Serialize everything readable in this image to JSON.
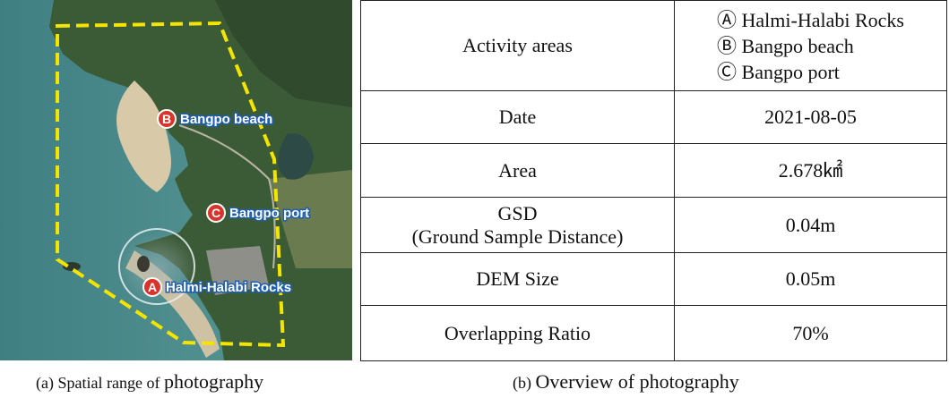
{
  "photo": {
    "labels": {
      "b": {
        "letter": "B",
        "name": "Bangpo beach"
      },
      "c": {
        "letter": "C",
        "name": "Bangpo port"
      },
      "a": {
        "letter": "A",
        "name": "Halmi-Halabi Rocks"
      }
    },
    "colors": {
      "boundary": "#f5e400",
      "marker": "#d9332b",
      "label_outline": "#1f5fb0"
    }
  },
  "table": {
    "rows": [
      {
        "label": "Activity areas",
        "items": [
          "Ⓐ Halmi-Halabi Rocks",
          "Ⓑ Bangpo beach",
          "Ⓒ Bangpo port"
        ]
      },
      {
        "label": "Date",
        "value": "2021-08-05"
      },
      {
        "label": "Area",
        "value": "2.678㎢"
      },
      {
        "label_line1": "GSD",
        "label_line2": "(Ground Sample Distance)",
        "value": "0.04m"
      },
      {
        "label": "DEM Size",
        "value": "0.05m"
      },
      {
        "label": "Overlapping Ratio",
        "value": "70%"
      }
    ]
  },
  "captions": {
    "a": {
      "prefix": "(a)  Spatial  range  of ",
      "text": "photography"
    },
    "b": {
      "prefix": "(b) ",
      "text": "Overview of photography"
    }
  }
}
